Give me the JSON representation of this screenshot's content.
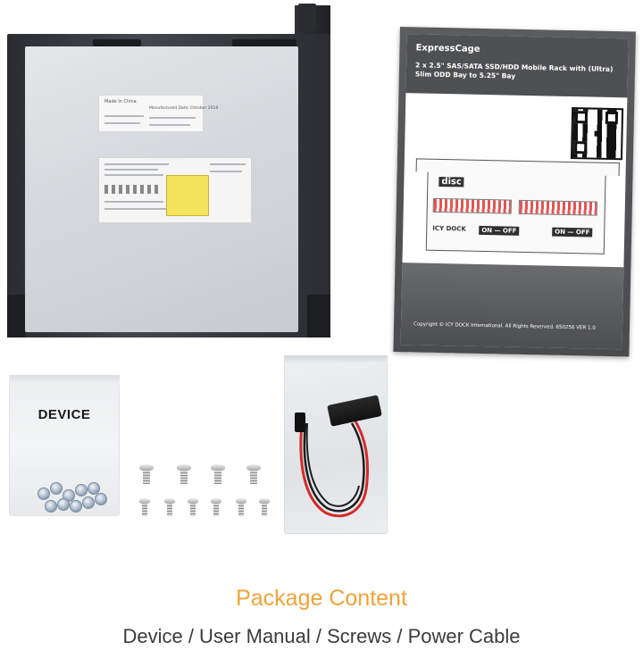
{
  "drive": {
    "label_line1": "Made In China",
    "label_line2": "Manufactured Date: October 2018"
  },
  "manual": {
    "brand": "ExpressCage",
    "title": "2 x 2.5\" SAS/SATA SSD/HDD Mobile Rack with (Ultra) Slim ODD Bay to 5.25\" Bay",
    "diagram_disc": "disc",
    "diagram_logo": "ICY DOCK",
    "on_off_left": "ON — OFF",
    "on_off_right": "ON — OFF",
    "copyright": "Copyright © ICY DOCK International. All Rights Reserved.  650256 VER 1.0"
  },
  "bag": {
    "label": "DEVICE"
  },
  "caption": {
    "title": "Package Content",
    "subtitle": "Device / User Manual / Screws / Power Cable"
  },
  "colors": {
    "caption_title": "#f0a33a",
    "caption_subtitle": "#3b3b3b",
    "manual_dark": "#4f5052",
    "cable_red": "#d42a2a"
  }
}
